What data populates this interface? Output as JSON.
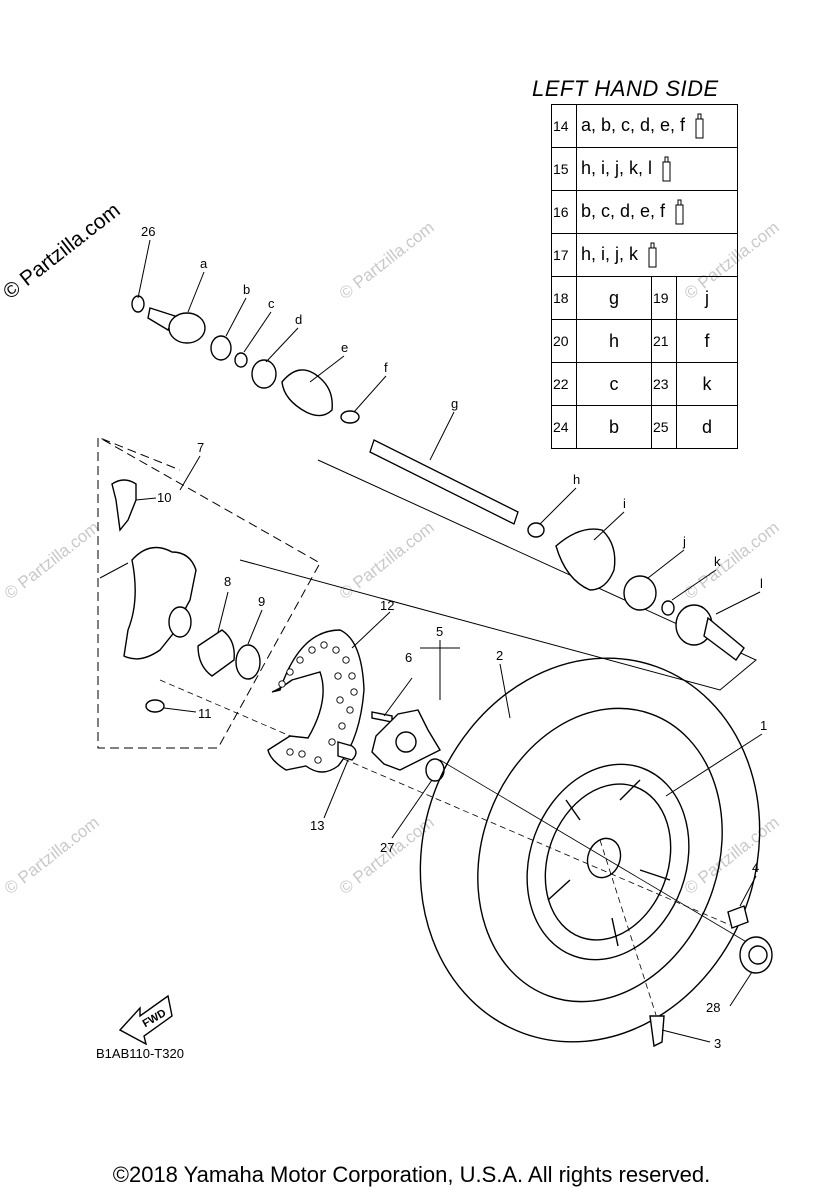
{
  "watermark": {
    "main": "© Partzilla.com",
    "repeat": "© Partzilla.com"
  },
  "legend": {
    "title": "LEFT HAND SIDE",
    "grease_rows": [
      {
        "num": "14",
        "parts": "a, b, c, d, e, f",
        "icon": "grease-tube-icon"
      },
      {
        "num": "15",
        "parts": "h, i, j, k, l",
        "icon": "grease-tube-icon"
      },
      {
        "num": "16",
        "parts": "b, c, d, e, f",
        "icon": "grease-tube-icon"
      },
      {
        "num": "17",
        "parts": "h, i, j, k",
        "icon": "grease-tube-icon"
      }
    ],
    "pair_rows": [
      {
        "n1": "18",
        "v1": "g",
        "n2": "19",
        "v2": "j"
      },
      {
        "n1": "20",
        "v1": "h",
        "n2": "21",
        "v2": "f"
      },
      {
        "n1": "22",
        "v1": "c",
        "n2": "23",
        "v2": "k"
      },
      {
        "n1": "24",
        "v1": "b",
        "n2": "25",
        "v2": "d"
      }
    ]
  },
  "callouts": {
    "n1": "1",
    "n2": "2",
    "n3": "3",
    "n4": "4",
    "n5": "5",
    "n6": "6",
    "n7": "7",
    "n8": "8",
    "n9": "9",
    "n10": "10",
    "n11": "11",
    "n12": "12",
    "n13": "13",
    "n26": "26",
    "n27": "27",
    "n28": "28",
    "a": "a",
    "b": "b",
    "c": "c",
    "d": "d",
    "e": "e",
    "f": "f",
    "g": "g",
    "h": "h",
    "i": "i",
    "j": "j",
    "k": "k",
    "l": "l"
  },
  "fwd_label": "FWD",
  "diagram_code": "B1AB110-T320",
  "footer": "©2018 Yamaha Motor Corporation, U.S.A. All rights reserved."
}
